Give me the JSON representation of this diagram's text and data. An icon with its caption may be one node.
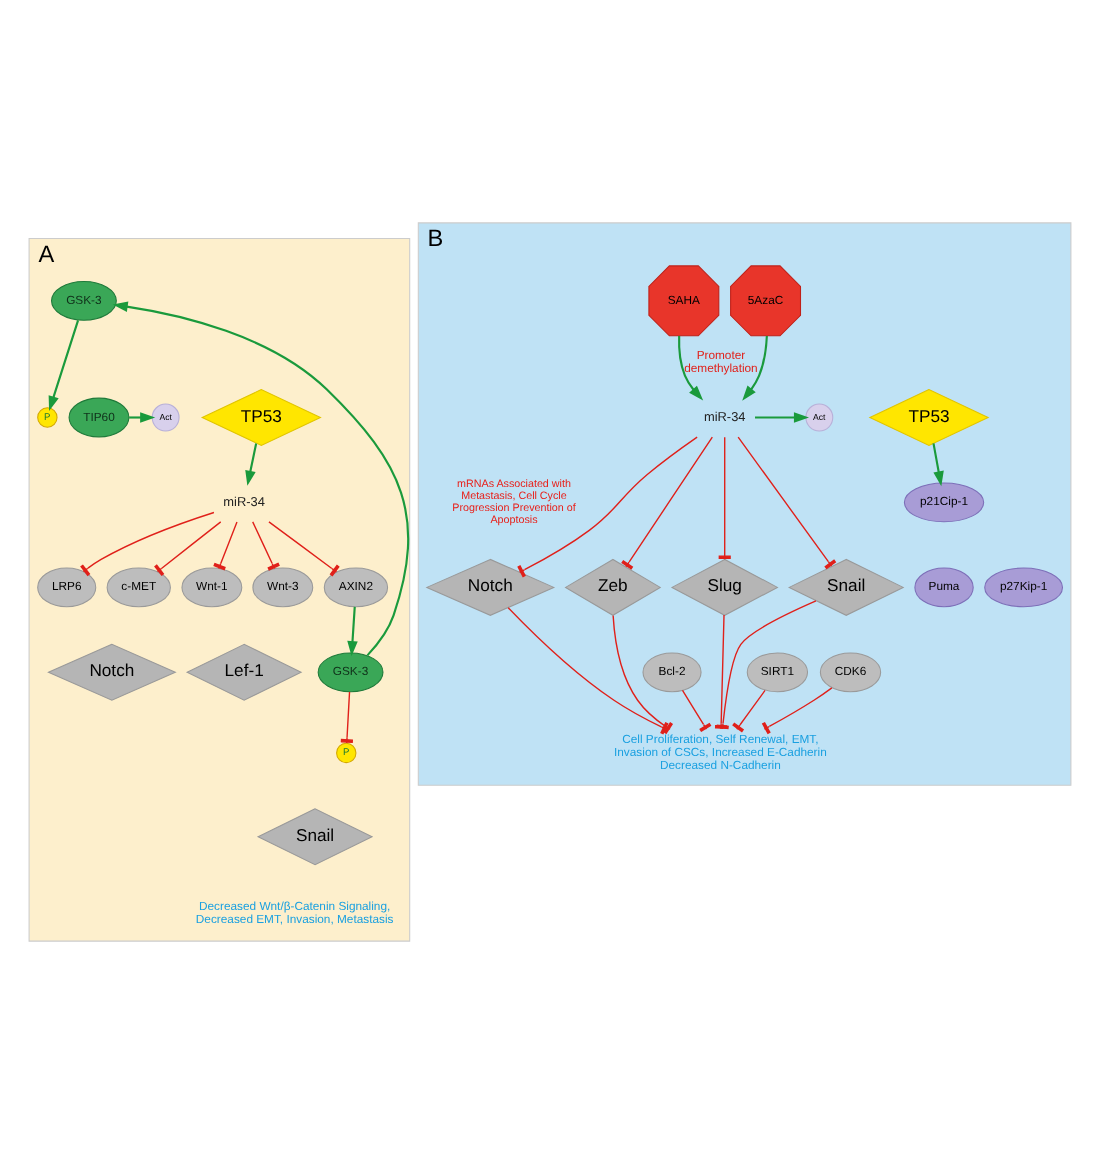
{
  "diagram": {
    "nodes": [
      {
        "text": [
          "A"
        ]
      },
      {
        "text": [
          "GSK-3"
        ],
        "in": 0
      },
      {
        "text": [
          "P"
        ],
        "in": 0
      },
      {
        "text": [
          "TIP60"
        ],
        "in": 0
      },
      {
        "text": [
          "Act"
        ],
        "in": 0
      },
      {
        "text": [
          "TP53"
        ],
        "in": 0
      },
      {
        "text": [
          "miR-34"
        ],
        "in": 0
      },
      {
        "text": [
          "Wnt-1"
        ],
        "in": 0
      },
      {
        "text": [
          "Wnt-3"
        ],
        "in": 0
      },
      {
        "text": [
          "AXIN2"
        ],
        "in": 0
      },
      {
        "text": [
          "LRP6"
        ],
        "in": 0
      },
      {
        "text": [
          "c-MET"
        ],
        "in": 0
      },
      {
        "text": [
          "Lef-1"
        ],
        "in": 0
      },
      {
        "text": [
          "Notch"
        ],
        "in": 0
      },
      {
        "text": [
          "GSK-3"
        ],
        "in": 0
      },
      {
        "text": [
          "P"
        ],
        "in": 0
      },
      {
        "text": [
          "Snail"
        ],
        "in": 0
      },
      {
        "text": [
          "Decreased Wnt/β-Catenin Signaling, Decreased EMT, Invasion, Metastasis"
        ],
        "in": 0
      },
      {
        "text": [
          "B"
        ]
      },
      {
        "text": [
          "5AzaC"
        ],
        "in": 18
      },
      {
        "text": [
          "SAHA"
        ],
        "in": 18
      },
      {
        "text": [
          "miR-34"
        ],
        "in": 18
      },
      {
        "text": [
          "Act"
        ],
        "in": 18
      },
      {
        "text": [
          "TP53"
        ],
        "in": 18
      },
      {
        "text": [
          "p21Cip-1"
        ],
        "in": 18
      },
      {
        "text": [
          "Puma"
        ],
        "in": 18
      },
      {
        "text": [
          "p27Kip-1"
        ],
        "in": 18
      },
      {
        "text": [
          "Zeb"
        ],
        "in": 18
      },
      {
        "text": [
          "Slug"
        ],
        "in": 18
      },
      {
        "text": [
          "Snail"
        ],
        "in": 18
      },
      {
        "text": [
          "Notch"
        ],
        "in": 18
      },
      {
        "text": [
          "Bcl-2"
        ],
        "in": 18
      },
      {
        "text": [
          "CDK6"
        ],
        "in": 18
      },
      {
        "text": [
          "SIRT1"
        ],
        "in": 18
      },
      {
        "text": [
          "Cell Proliferation, Self Renewal, EMT, Invasion of CSCs, Increased E-Cadherin Decreased N-Cadherin"
        ],
        "in": 18
      }
    ],
    "edges": [
      {
        "from": 14,
        "to": 1,
        "arrow": "to",
        "color": "#1a9a3c"
      },
      {
        "from": 1,
        "to": 2,
        "arrow": "to",
        "color": "#1a9a3c"
      },
      {
        "from": 3,
        "to": 4,
        "arrow": "to",
        "color": "#1a9a3c"
      },
      {
        "from": 5,
        "to": 6,
        "arrow": "to",
        "color": "#1a9a3c"
      },
      {
        "from": 6,
        "to": 7,
        "arrow": "other"
      },
      {
        "from": 6,
        "to": 8,
        "arrow": "other"
      },
      {
        "from": 6,
        "to": 9,
        "arrow": "other"
      },
      {
        "from": 6,
        "to": 10,
        "arrow": "other"
      },
      {
        "from": 6,
        "to": 11,
        "arrow": "other"
      },
      {
        "from": 9,
        "to": 14,
        "arrow": "to",
        "color": "#1a9a3c"
      },
      {
        "from": 14,
        "to": 15,
        "arrow": "other"
      },
      {
        "from": 19,
        "to": 21,
        "arrow": "to",
        "color": "#1a9a3c"
      },
      {
        "from": 20,
        "to": 21,
        "arrow": "to",
        "label": "Promoter demethylation",
        "color": "#1a9a3c"
      },
      {
        "from": 21,
        "to": 22,
        "arrow": "to",
        "color": "#1a9a3c"
      },
      {
        "from": 23,
        "to": 24,
        "arrow": "to",
        "color": "#1a9a3c"
      },
      {
        "from": 21,
        "to": 27,
        "arrow": "other"
      },
      {
        "from": 21,
        "to": 28,
        "arrow": "other"
      },
      {
        "from": 21,
        "to": 29,
        "arrow": "other"
      },
      {
        "from": 21,
        "to": 30,
        "arrow": "other"
      },
      {
        "from": 27,
        "to": 34,
        "arrow": "other"
      },
      {
        "from": 28,
        "to": 34,
        "arrow": "other"
      },
      {
        "from": 29,
        "to": 34,
        "arrow": "other"
      },
      {
        "from": 30,
        "to": 34,
        "arrow": "other"
      },
      {
        "from": 31,
        "to": 34,
        "arrow": "other"
      },
      {
        "from": 32,
        "to": 34,
        "arrow": "other"
      },
      {
        "from": 33,
        "to": 34,
        "arrow": "other"
      }
    ],
    "labels": [
      "mRNAs Associated with Metastasis, Cell Cycle Progression Prevention of Apoptosis"
    ]
  }
}
